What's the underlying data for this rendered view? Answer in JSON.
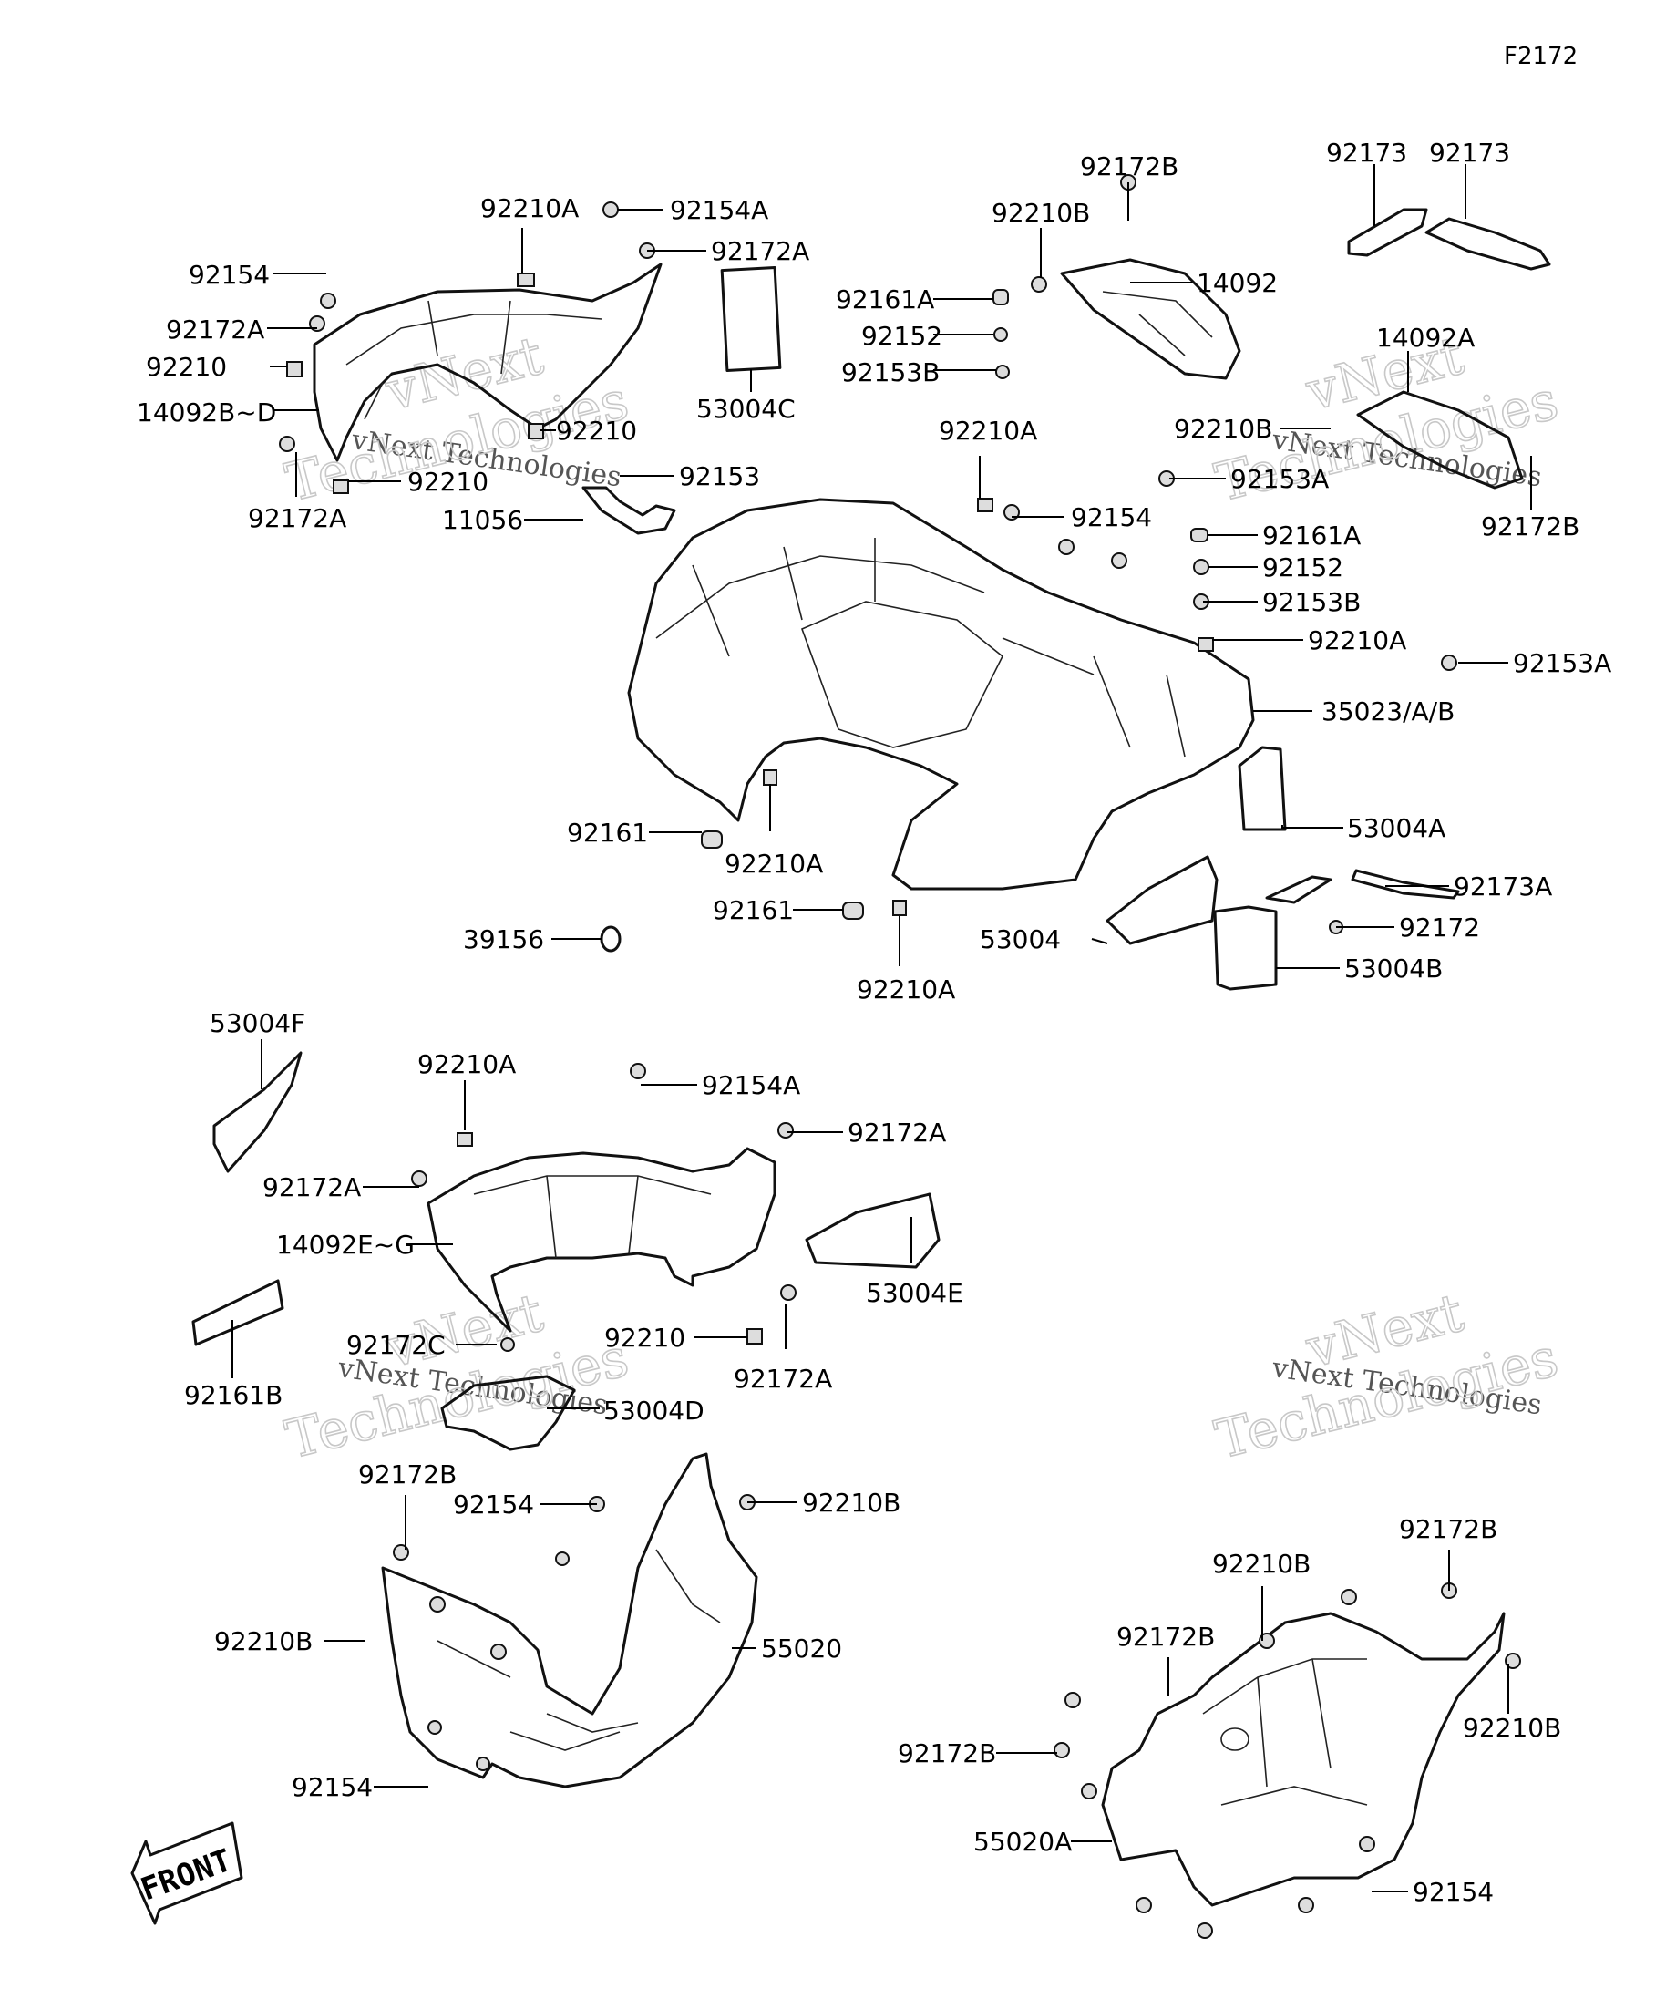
{
  "diagram_code": "F2172",
  "watermark": {
    "line1": "vNext",
    "line2": "vNext Technologies",
    "line3": "Technologies"
  },
  "front_label": "FRONT",
  "callouts": [
    {
      "id": "c01",
      "text": "92210A"
    },
    {
      "id": "c02",
      "text": "92154A"
    },
    {
      "id": "c03",
      "text": "92172A"
    },
    {
      "id": "c04",
      "text": "92154"
    },
    {
      "id": "c05",
      "text": "92172A"
    },
    {
      "id": "c06",
      "text": "92210"
    },
    {
      "id": "c07",
      "text": "14092B~D"
    },
    {
      "id": "c08",
      "text": "92210"
    },
    {
      "id": "c09",
      "text": "92210"
    },
    {
      "id": "c10",
      "text": "92153"
    },
    {
      "id": "c11",
      "text": "92172A"
    },
    {
      "id": "c12",
      "text": "11056"
    },
    {
      "id": "c13",
      "text": "53004C"
    },
    {
      "id": "c14",
      "text": "92172B"
    },
    {
      "id": "c15",
      "text": "92210B"
    },
    {
      "id": "c16",
      "text": "14092"
    },
    {
      "id": "c17",
      "text": "92161A"
    },
    {
      "id": "c18",
      "text": "92152"
    },
    {
      "id": "c19",
      "text": "92153B"
    },
    {
      "id": "c20",
      "text": "92173"
    },
    {
      "id": "c21",
      "text": "92173"
    },
    {
      "id": "c22",
      "text": "14092A"
    },
    {
      "id": "c23",
      "text": "92210B"
    },
    {
      "id": "c24",
      "text": "92172B"
    },
    {
      "id": "c25",
      "text": "92210A"
    },
    {
      "id": "c26",
      "text": "92153A"
    },
    {
      "id": "c27",
      "text": "92154"
    },
    {
      "id": "c28",
      "text": "92161A"
    },
    {
      "id": "c29",
      "text": "92152"
    },
    {
      "id": "c30",
      "text": "92153B"
    },
    {
      "id": "c31",
      "text": "92210A"
    },
    {
      "id": "c32",
      "text": "92153A"
    },
    {
      "id": "c33",
      "text": "35023/A/B"
    },
    {
      "id": "c34",
      "text": "53004A"
    },
    {
      "id": "c35",
      "text": "92161"
    },
    {
      "id": "c36",
      "text": "92210A"
    },
    {
      "id": "c37",
      "text": "92173A"
    },
    {
      "id": "c38",
      "text": "92172"
    },
    {
      "id": "c39",
      "text": "92161"
    },
    {
      "id": "c40",
      "text": "53004"
    },
    {
      "id": "c41",
      "text": "39156"
    },
    {
      "id": "c42",
      "text": "53004B"
    },
    {
      "id": "c43",
      "text": "92210A"
    },
    {
      "id": "c44",
      "text": "53004F"
    },
    {
      "id": "c45",
      "text": "92210A"
    },
    {
      "id": "c46",
      "text": "92154A"
    },
    {
      "id": "c47",
      "text": "92172A"
    },
    {
      "id": "c48",
      "text": "92172A"
    },
    {
      "id": "c49",
      "text": "14092E~G"
    },
    {
      "id": "c50",
      "text": "53004E"
    },
    {
      "id": "c51",
      "text": "92172C"
    },
    {
      "id": "c52",
      "text": "92210"
    },
    {
      "id": "c53",
      "text": "92172A"
    },
    {
      "id": "c54",
      "text": "92161B"
    },
    {
      "id": "c55",
      "text": "53004D"
    },
    {
      "id": "c56",
      "text": "92172B"
    },
    {
      "id": "c57",
      "text": "92154"
    },
    {
      "id": "c58",
      "text": "92210B"
    },
    {
      "id": "c59",
      "text": "92210B"
    },
    {
      "id": "c60",
      "text": "55020"
    },
    {
      "id": "c61",
      "text": "92154"
    },
    {
      "id": "c62",
      "text": "92210B"
    },
    {
      "id": "c63",
      "text": "92172B"
    },
    {
      "id": "c64",
      "text": "92172B"
    },
    {
      "id": "c65",
      "text": "92210B"
    },
    {
      "id": "c66",
      "text": "92172B"
    },
    {
      "id": "c67",
      "text": "55020A"
    },
    {
      "id": "c68",
      "text": "92154"
    }
  ]
}
